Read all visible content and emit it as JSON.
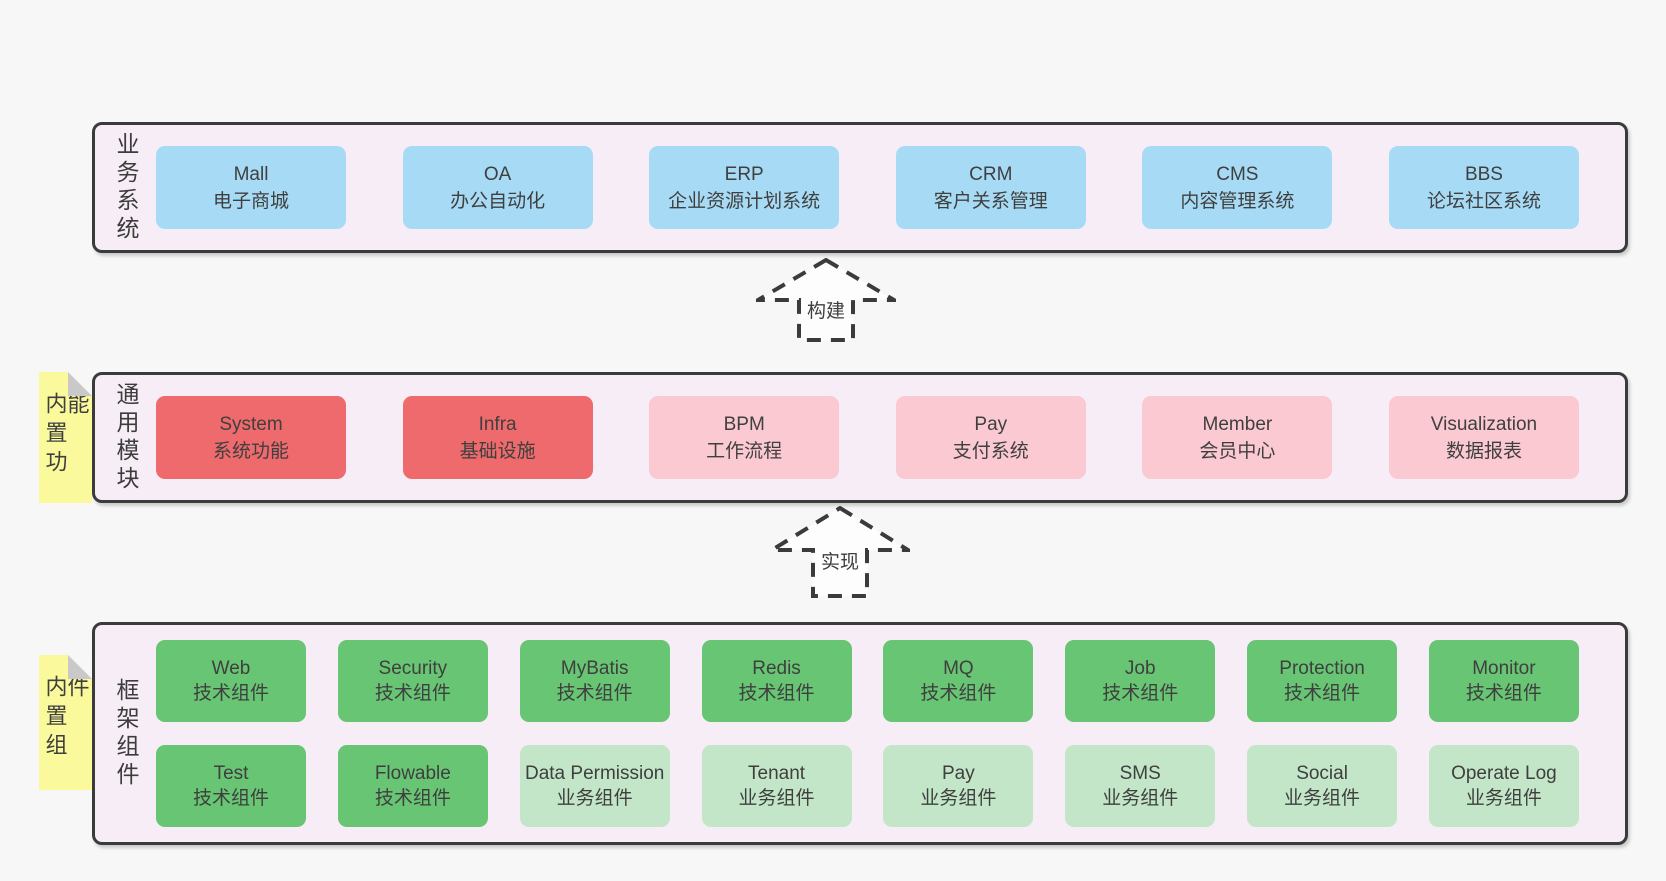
{
  "colors": {
    "page_bg": "#f7f7f7",
    "container_bg": "#f7edf6",
    "container_border": "#3b3b3b",
    "blue_box": "#a7dbf5",
    "red_box": "#ef6a6c",
    "pink_box": "#fbc9d2",
    "green_box": "#67c573",
    "light_green_box": "#c2e6c7",
    "sticky_yellow": "#fafa9c",
    "sticky_fold": "#c9c9c9",
    "text": "#3f3f3f"
  },
  "arrows": [
    {
      "label": "构建"
    },
    {
      "label": "实现"
    }
  ],
  "layers": [
    {
      "id": "business",
      "label": "业务系统",
      "boxes": [
        {
          "name": "Mall",
          "desc": "电子商城",
          "type": "blue"
        },
        {
          "name": "OA",
          "desc": "办公自动化",
          "type": "blue"
        },
        {
          "name": "ERP",
          "desc": "企业资源计划系统",
          "type": "blue"
        },
        {
          "name": "CRM",
          "desc": "客户关系管理",
          "type": "blue"
        },
        {
          "name": "CMS",
          "desc": "内容管理系统",
          "type": "blue"
        },
        {
          "name": "BBS",
          "desc": "论坛社区系统",
          "type": "blue"
        }
      ]
    },
    {
      "id": "modules",
      "label": "通用模块",
      "sticky": "内置功能",
      "boxes": [
        {
          "name": "System",
          "desc": "系统功能",
          "type": "red"
        },
        {
          "name": "Infra",
          "desc": "基础设施",
          "type": "red"
        },
        {
          "name": "BPM",
          "desc": "工作流程",
          "type": "pink"
        },
        {
          "name": "Pay",
          "desc": "支付系统",
          "type": "pink"
        },
        {
          "name": "Member",
          "desc": "会员中心",
          "type": "pink"
        },
        {
          "name": "Visualization",
          "desc": "数据报表",
          "type": "pink"
        }
      ]
    },
    {
      "id": "components",
      "label": "框架组件",
      "sticky": "内置组件",
      "rows": [
        [
          {
            "name": "Web",
            "desc": "技术组件",
            "type": "green"
          },
          {
            "name": "Security",
            "desc": "技术组件",
            "type": "green"
          },
          {
            "name": "MyBatis",
            "desc": "技术组件",
            "type": "green"
          },
          {
            "name": "Redis",
            "desc": "技术组件",
            "type": "green"
          },
          {
            "name": "MQ",
            "desc": "技术组件",
            "type": "green"
          },
          {
            "name": "Job",
            "desc": "技术组件",
            "type": "green"
          },
          {
            "name": "Protection",
            "desc": "技术组件",
            "type": "green"
          },
          {
            "name": "Monitor",
            "desc": "技术组件",
            "type": "green"
          }
        ],
        [
          {
            "name": "Test",
            "desc": "技术组件",
            "type": "green"
          },
          {
            "name": "Flowable",
            "desc": "技术组件",
            "type": "green"
          },
          {
            "name": "Data Permission",
            "desc": "业务组件",
            "type": "lgreen"
          },
          {
            "name": "Tenant",
            "desc": "业务组件",
            "type": "lgreen"
          },
          {
            "name": "Pay",
            "desc": "业务组件",
            "type": "lgreen"
          },
          {
            "name": "SMS",
            "desc": "业务组件",
            "type": "lgreen"
          },
          {
            "name": "Social",
            "desc": "业务组件",
            "type": "lgreen"
          },
          {
            "name": "Operate Log",
            "desc": "业务组件",
            "type": "lgreen"
          }
        ]
      ]
    }
  ]
}
